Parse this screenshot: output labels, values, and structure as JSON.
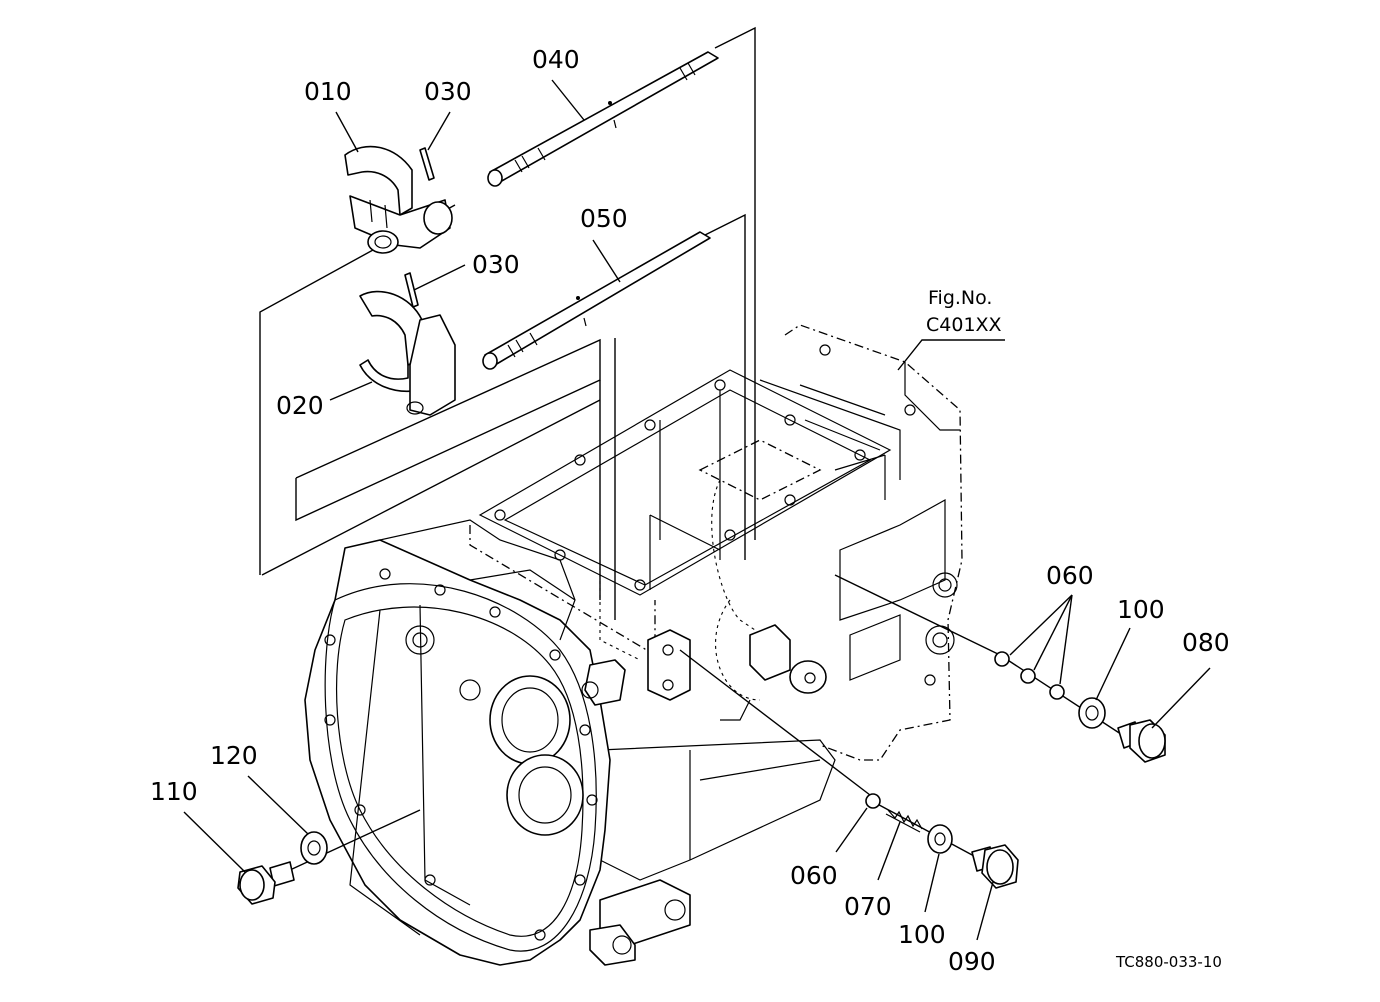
{
  "diagram": {
    "part_labels": {
      "p010": "010",
      "p020": "020",
      "p030a": "030",
      "p030b": "030",
      "p040": "040",
      "p050": "050",
      "p060a": "060",
      "p060b": "060",
      "p070": "070",
      "p080": "080",
      "p090": "090",
      "p100a": "100",
      "p100b": "100",
      "p110": "110",
      "p120": "120"
    },
    "fig_ref": {
      "line1": "Fig.No.",
      "line2": "C401XX"
    },
    "drawing_code": "TC880-033-10"
  }
}
